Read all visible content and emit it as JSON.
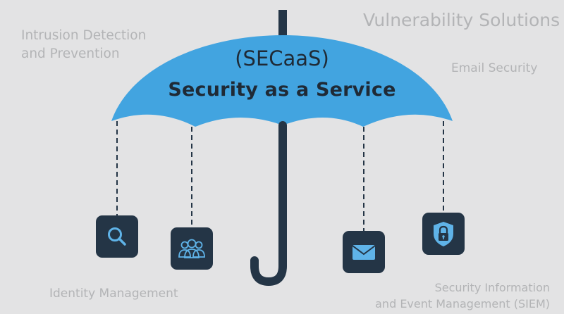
{
  "title": {
    "acronym": "(SECaaS)",
    "full": "Security as a Service"
  },
  "labels": {
    "intrusion": "Intrusion Detection\nand Prevention",
    "vulnerability": "Vulnerability Solutions",
    "email": "Email Security",
    "identity": "Identity Management",
    "siem": "Security Information\nand Event Management (SIEM)"
  },
  "colors": {
    "background": "#e3e3e4",
    "canopy": "#42a4e0",
    "dark": "#243546",
    "label_text": "#b3b4b6",
    "icon_stroke": "#5fb3e8"
  },
  "icons": [
    "search-icon",
    "users-icon",
    "mail-icon",
    "lock-icon"
  ]
}
